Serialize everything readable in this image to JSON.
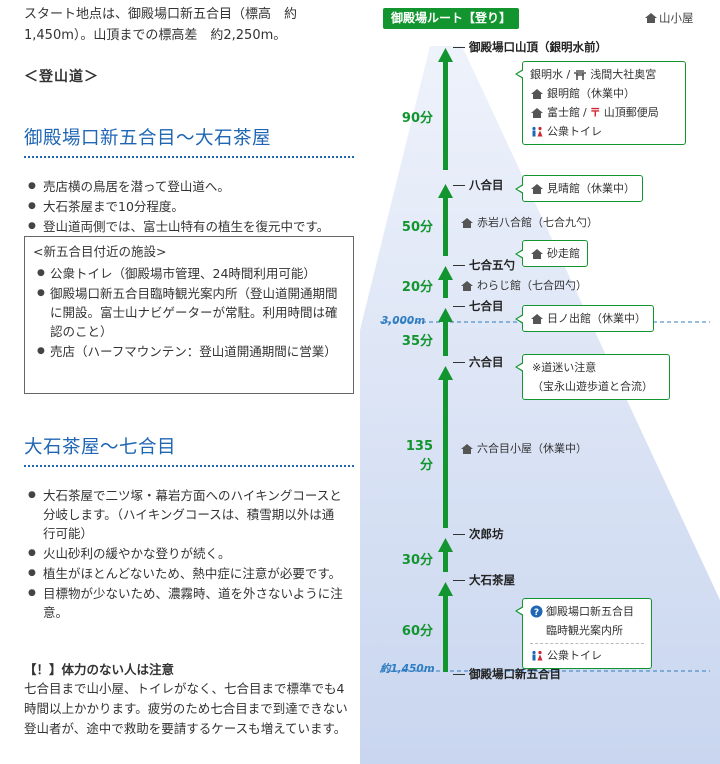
{
  "intro": {
    "line1": "スタート地点は、御殿場口新五合目（標高　約",
    "line2": "1,450m）。山頂までの標高差　約2,250m。"
  },
  "section_heading": "＜登山道＞",
  "sections": [
    {
      "title": "御殿場口新五合目～大石茶屋",
      "bullets": [
        "売店横の鳥居を潜って登山道へ。",
        "大石茶屋まで10分程度。",
        "登山道両側では、富士山特有の植生を復元中です。"
      ],
      "facility": {
        "title": "<新五合目付近の施設>",
        "items": [
          "公衆トイレ（御殿場市管理、24時間利用可能）",
          "御殿場口新五合目臨時観光案内所（登山道開通期間に開設。富士山ナビゲーターが常駐。利用時間は確認のこと）",
          "売店（ハーフマウンテン：登山道開通期間に営業）"
        ]
      }
    },
    {
      "title": "大石茶屋～七合目",
      "bullets": [
        "大石茶屋で二ツ塚・幕岩方面へのハイキングコースと分岐します。（ハイキングコースは、積雪期以外は通行可能）",
        "火山砂利の緩やかな登りが続く。",
        "植生がほとんどないため、熱中症に注意が必要です。",
        "目標物が少ないため、濃霧時、道を外さないように注意。"
      ]
    }
  ],
  "warning": {
    "heading": "【！】体力のない人は注意",
    "body": "七合目まで山小屋、トイレがなく、七合目まで標準でも4時間以上かかります。疲労のため七合目まで到達できない登山者が、途中で救助を要請するケースも増えています。"
  },
  "route": {
    "title": "御殿場ルート【登り】",
    "legend": "山小屋",
    "altitudes": {
      "mid": "3,000m",
      "start": "約1,450m"
    },
    "stations": {
      "summit": "御殿場口山頂（銀明水前）",
      "hachigome": "八合目",
      "nanagome_goshaku": "七合五勺",
      "nanagome": "七合目",
      "rokugome": "六合目",
      "jirobo": "次郎坊",
      "oishi": "大石茶屋",
      "start": "御殿場口新五合目"
    },
    "durations": [
      "90分",
      "50分",
      "20分",
      "35分",
      "135分",
      "30分",
      "60分"
    ],
    "notes": {
      "summit_box": {
        "row1_a": "銀明水 /",
        "row1_b": "浅間大社奥宮",
        "row2": "銀明館（休業中）",
        "row3_a": "富士館",
        "row3_b": "/",
        "row3_c": "山頂郵便局",
        "row4": "公衆トイレ"
      },
      "hachigome_box": "見晴館（休業中）",
      "akaiwa": "赤岩八合館（七合九勺）",
      "sabashiri_box": "砂走館",
      "warabi": "わらじ館（七合四勺）",
      "hinode_box": "日ノ出館（休業中）",
      "lost_box": {
        "line1": "※道迷い注意",
        "line2": "（宝永山遊歩道と合流）"
      },
      "rokugome_hut": "六合目小屋（休業中）",
      "start_box": {
        "line1": "御殿場口新五合目",
        "line2": "臨時観光案内所",
        "line3": "公衆トイレ"
      }
    }
  },
  "colors": {
    "route_green": "#12952f",
    "heading_blue": "#1f66b5",
    "altitude_blue": "#2f7dc2",
    "mountain": "#dfe7f6"
  }
}
